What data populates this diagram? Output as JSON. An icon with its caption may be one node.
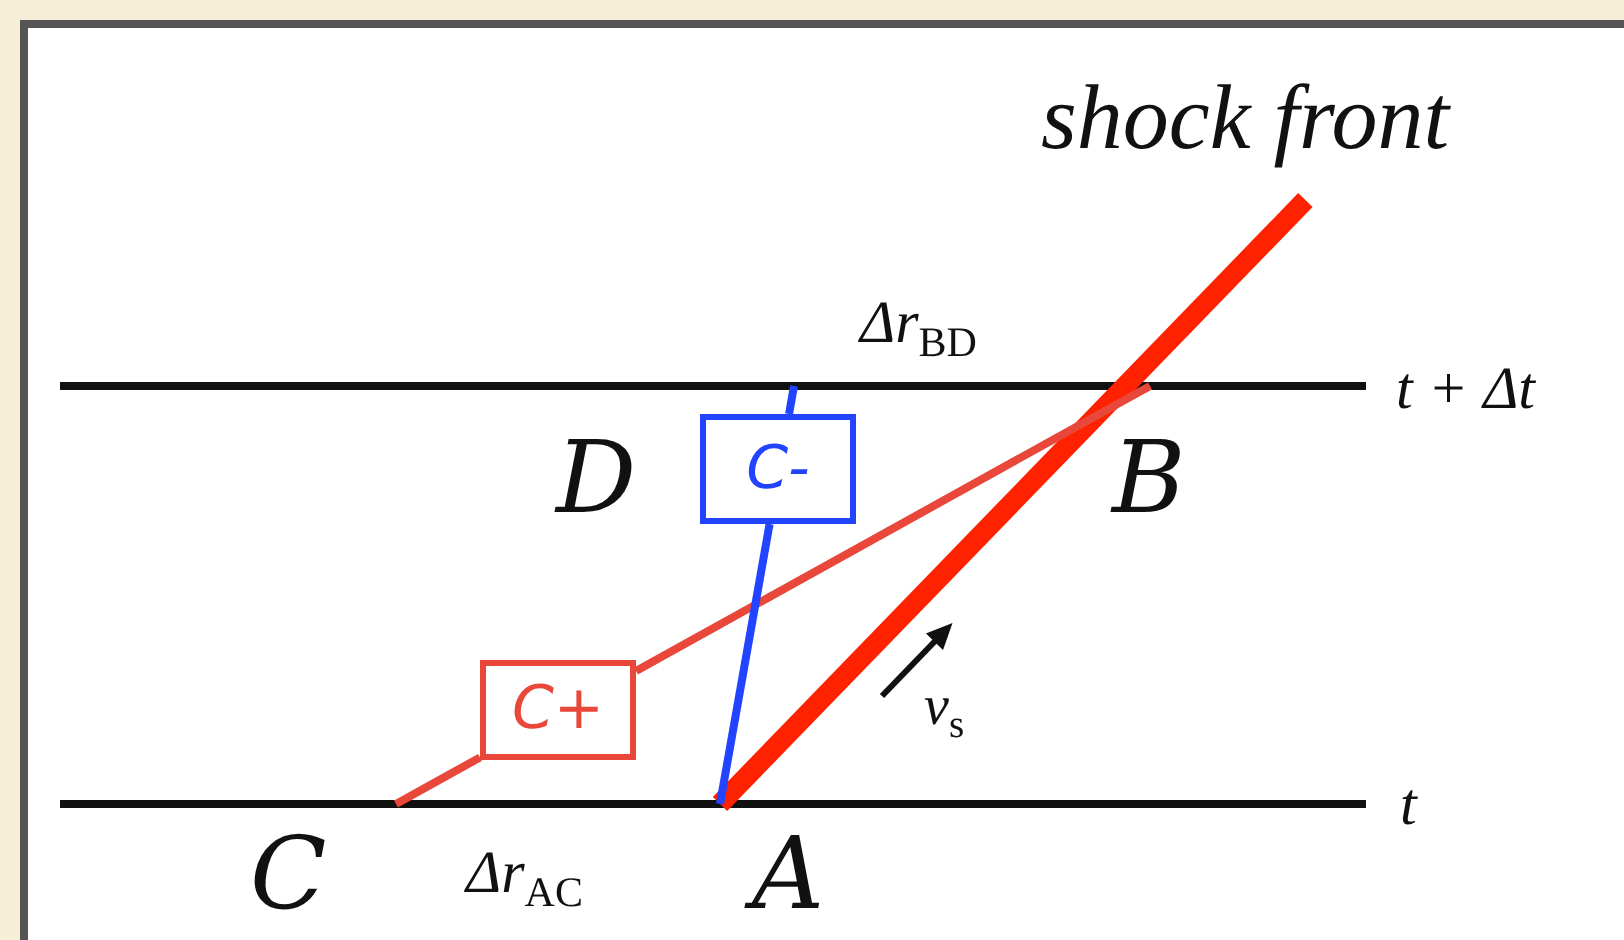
{
  "diagram": {
    "nodes": [
      {
        "text": [
          "shock front"
        ]
      },
      {
        "text": [
          "C+"
        ]
      },
      {
        "text": [
          "C-"
        ]
      }
    ],
    "edges": [
      {
        "from": null,
        "to": 0,
        "arrow": "none",
        "style": "thick",
        "color": "#ff2200"
      },
      {
        "from": null,
        "to": 1,
        "arrow": "none",
        "color": "#e8473a"
      },
      {
        "from": 1,
        "to": null,
        "arrow": "none",
        "color": "#e8473a"
      },
      {
        "from": null,
        "to": 2,
        "arrow": "none",
        "color": "#2244ff"
      },
      {
        "from": 2,
        "to": null,
        "arrow": "none",
        "color": "#2244ff"
      }
    ],
    "labels": [
      "Δr$_{BD}$",
      "t + Δt",
      "D",
      "B",
      "v$_{s}$",
      "t",
      "C",
      "Δr$_{AC}$",
      "A"
    ]
  }
}
